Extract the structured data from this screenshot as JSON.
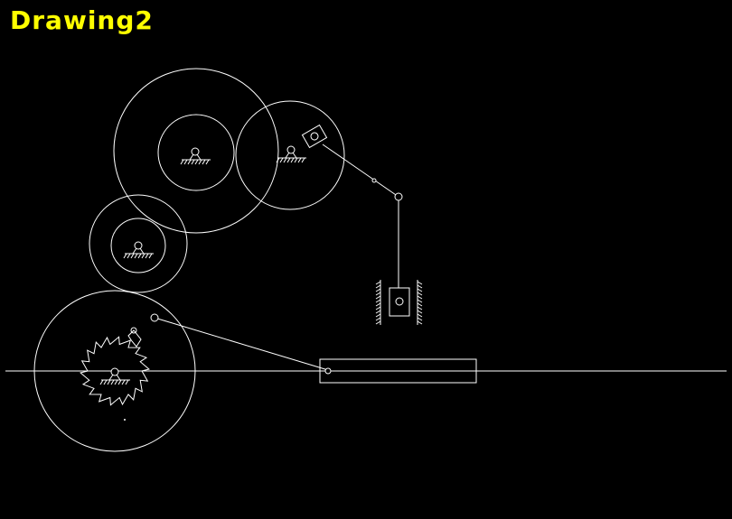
{
  "window": {
    "title": "Drawing2",
    "title_color": "#ffff00",
    "background": "#000000",
    "line_color": "#ffffff"
  },
  "diagram": {
    "kind": "mechanism-drawing",
    "elements": [
      "large-gear-circle",
      "small-gear-circle",
      "right-gear-circle",
      "left-gear-outer",
      "left-gear-inner",
      "bottom-wheel",
      "ratchet-wheel",
      "pawl",
      "connecting-rod",
      "slider-block",
      "crank-slider-block",
      "link-arm",
      "vertical-slider",
      "ground-supports",
      "baseline"
    ]
  }
}
